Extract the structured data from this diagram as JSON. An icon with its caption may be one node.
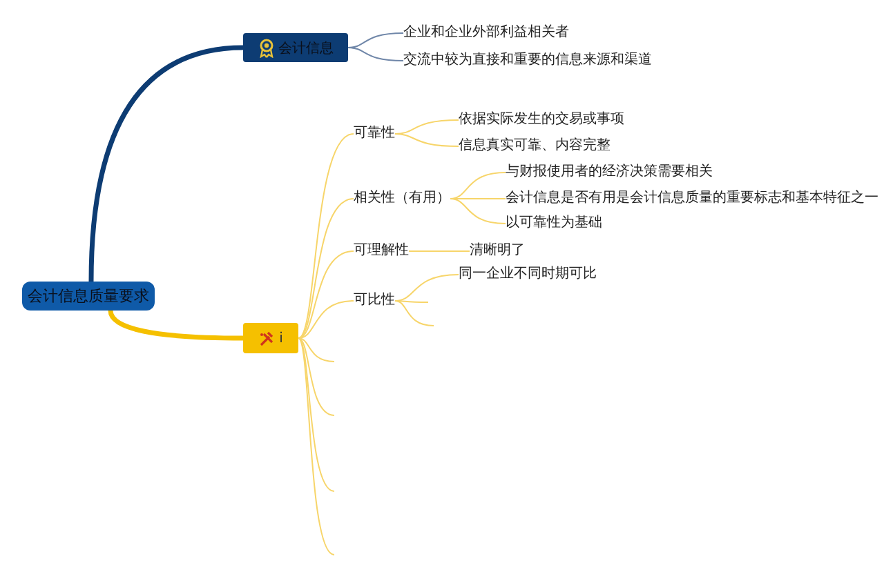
{
  "diagram": {
    "nodes": [
      {
        "text": [
          "会计信息质量要求"
        ]
      },
      {
        "text": [
          "会计信息"
        ]
      },
      {
        "text": [
          "企业和企业外部利益相关者"
        ]
      },
      {
        "text": [
          "交流中较为直接和重要的信息来源和渠道"
        ]
      },
      {
        "text": [
          "i"
        ]
      },
      {
        "text": [
          "可靠性"
        ]
      },
      {
        "text": [
          "依据实际发生的交易或事项"
        ]
      },
      {
        "text": [
          "信息真实可靠、内容完整"
        ]
      },
      {
        "text": [
          "相关性（有用）"
        ]
      },
      {
        "text": [
          "与财报使用者的经济决策需要相关"
        ]
      },
      {
        "text": [
          "会计信息是否有用是会计信息质量的重要标志和基本特征之一"
        ]
      },
      {
        "text": [
          "以可靠性为基础"
        ]
      },
      {
        "text": [
          "可理解性"
        ]
      },
      {
        "text": [
          "清晰明了"
        ]
      },
      {
        "text": [
          "可比性"
        ]
      },
      {
        "text": [
          "同一企业不同时期可比"
        ]
      }
    ],
    "edges": [
      {
        "from": 0,
        "to": 1,
        "arrow": "none",
        "style": "thick",
        "color": "#0d3c73"
      },
      {
        "from": 0,
        "to": 4,
        "arrow": "none",
        "style": "thick",
        "color": "#f5c000"
      },
      {
        "from": 1,
        "to": 2,
        "arrow": "none",
        "color": "#6f86a8"
      },
      {
        "from": 1,
        "to": 3,
        "arrow": "none",
        "color": "#6f86a8"
      },
      {
        "from": 4,
        "to": 5,
        "arrow": "none"
      },
      {
        "from": 4,
        "to": 8,
        "arrow": "none"
      },
      {
        "from": 4,
        "to": 12,
        "arrow": "none"
      },
      {
        "from": 4,
        "to": 14,
        "arrow": "none"
      },
      {
        "from": 5,
        "to": 6,
        "arrow": "none"
      },
      {
        "from": 5,
        "to": 7,
        "arrow": "none"
      },
      {
        "from": 8,
        "to": 9,
        "arrow": "none"
      },
      {
        "from": 8,
        "to": 10,
        "arrow": "none"
      },
      {
        "from": 8,
        "to": 11,
        "arrow": "none"
      },
      {
        "from": 12,
        "to": 13,
        "arrow": "none"
      },
      {
        "from": 14,
        "to": 15,
        "arrow": "none"
      },
      {
        "from": 14,
        "to": null,
        "arrow": "none"
      },
      {
        "from": 14,
        "to": null,
        "arrow": "none"
      },
      {
        "from": 4,
        "to": null,
        "arrow": "none"
      },
      {
        "from": 4,
        "to": null,
        "arrow": "none"
      },
      {
        "from": 4,
        "to": null,
        "arrow": "none"
      },
      {
        "from": 4,
        "to": null,
        "arrow": "none"
      }
    ]
  }
}
